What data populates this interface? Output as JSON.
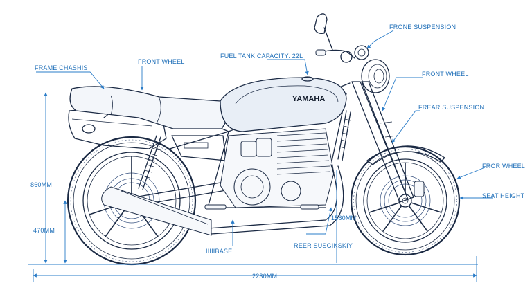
{
  "brand": "YAMAHA",
  "labels": {
    "frame_chassis": "FRAME CHASHIS",
    "front_wheel_top": "FRONT WHEEL",
    "fuel_tank": "FUEL TANK CAPACITY: 22L",
    "front_suspension": "FRONE SUSPENSION",
    "front_wheel_right": "FRONT WHEEL",
    "rear_suspension": "FREAR SUSPENSION",
    "fror_wheel": "FROR WHEEL",
    "seat_height": "SEAT HEIGHT",
    "reer_suspension": "REER SUSGIKSKIY",
    "wheelbase": "IIIIIBASE"
  },
  "dimensions": {
    "height_total": "860MM",
    "height_lower": "470MM",
    "length_total": "2230MM",
    "clearance": "1580MM"
  },
  "colors": {
    "accent": "#2a7cc8",
    "outline": "#1b2a44",
    "tank_fill": "#e8eef6"
  }
}
